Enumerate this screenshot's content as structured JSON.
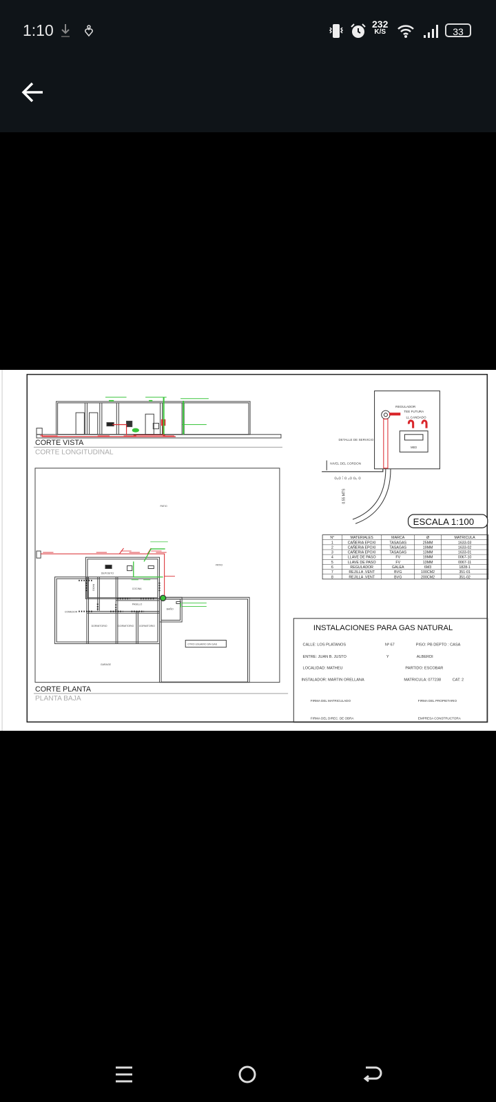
{
  "status_bar": {
    "time": "1:10",
    "net_speed_value": "232",
    "net_speed_unit": "K/S",
    "battery": "33",
    "icons": [
      "download-icon",
      "heart-location-icon",
      "vibrate-icon",
      "alarm-icon",
      "wifi-icon",
      "signal-icon",
      "battery-icon"
    ]
  },
  "header": {
    "back_icon": "arrow-left-icon"
  },
  "drawing": {
    "corte_vista": {
      "title": "CORTE VISTA",
      "subtitle": "CORTE LONGITUDINAL"
    },
    "corte_planta": {
      "title": "CORTE PLANTA",
      "subtitle": "PLANTA BAJA"
    },
    "rooms": {
      "patio": "PATIO",
      "patio2": "PATIO",
      "patio3": "PATIO",
      "cocina": "COCINA",
      "pasillo": "PASILLO",
      "deposito": "DEPOSITO",
      "comedor": "COMEDOR",
      "dormitorio1": "DORMITORIO",
      "dormitorio2": "DORMITORIO",
      "dormitorio3": "DORMITORIO",
      "bano": "BAÑO",
      "garage": "GARAGE",
      "otro_usuario": "OTRO USUARIO SIN GAS"
    },
    "detalle": {
      "regulador": "REGULADOR",
      "tee_futura": "TEE FUTURA",
      "ll_candado": "LL CANDADO",
      "med": "MED",
      "detalle_servicio": "DETALLE DE SERVICIO",
      "nivel_cordon": "NIVEL DEL CORDON",
      "profundidad": "0.55 MTS"
    },
    "escala": "ESCALA 1:100",
    "materials_table": {
      "headers": [
        "N°",
        "MATERIALES",
        "MARCA",
        "Ø",
        "MATRICULA"
      ],
      "rows": [
        [
          "1",
          "CAÑERIA EPOXI",
          "TASAGAS",
          "25MM",
          "1633-03"
        ],
        [
          "2",
          "CAÑERIA EPOXI",
          "TASAGAS",
          "19MM",
          "1633-02"
        ],
        [
          "3",
          "CAÑERIA EPOXI",
          "TASAGAS",
          "13MM",
          "1633-01"
        ],
        [
          "4",
          "LLAVE DE PASO",
          "FV",
          "19MM",
          "0067-10"
        ],
        [
          "5",
          "LLAVE DE PASO",
          "FV",
          "13MM",
          "0067-11"
        ],
        [
          "6",
          "REGULADOR",
          "GALEA",
          "6M3",
          "1828-1"
        ],
        [
          "7",
          "REJILLA .VENT",
          "BVG",
          "100CM2",
          "351-01"
        ],
        [
          "8",
          "REJILLA .VENT",
          "BVG",
          "200CM2",
          "351-02"
        ]
      ]
    },
    "title_block": {
      "title": "INSTALACIONES PARA GAS NATURAL",
      "calle": "CALLE: LOS PLATANOS",
      "numero": "Nº 67",
      "piso": "PISO: PB DEPTO : CASA",
      "entre": "ENTRE: JUAN B. JUSTO",
      "y": "Y",
      "entre2": "ALBERDI",
      "localidad": "LOCALIDAD: MATHEU",
      "partido": "PARTIDO: ESCOBAR",
      "instalador": "INSTALADOR: MARTIN ORELLANA",
      "matricula": "MATRICULA: 077238",
      "cat": "CAT: 2",
      "firma_matriculado": "FIRMA DEL MATRICULADO",
      "firma_propietario": "FIRMA DEL PROPIETARIO",
      "firma_director": "FIRMA DEL DIREC. DE OBRA",
      "empresa": "EMPRESA CONSTRUCTORA"
    },
    "colors": {
      "gas_pipe": "#d9262b",
      "vent": "#39c43a",
      "line": "#333333"
    }
  },
  "nav_bar": {
    "icons": [
      "recents-icon",
      "home-icon",
      "back-icon"
    ]
  }
}
